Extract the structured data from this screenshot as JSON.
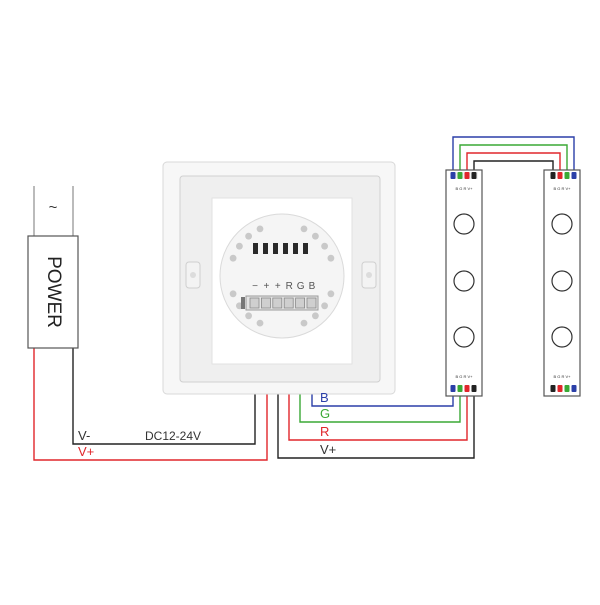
{
  "power": {
    "symbol": "~",
    "label": "POWER",
    "negative_label": "V-",
    "positive_label": "V+",
    "voltage_label": "DC12-24V"
  },
  "controller": {
    "terminal_labels": [
      "−",
      "+",
      "+",
      "R",
      "G",
      "B"
    ]
  },
  "wires": {
    "blue_label": "B",
    "green_label": "G",
    "red_label": "R",
    "vplus_label": "V+"
  },
  "strip": {
    "pad_labels": "B G R V+"
  },
  "colors": {
    "red": "#e0262b",
    "green": "#3aa935",
    "blue": "#2b3fa8",
    "black": "#222222",
    "label_dark": "#333333",
    "label_green": "#3aa935"
  }
}
